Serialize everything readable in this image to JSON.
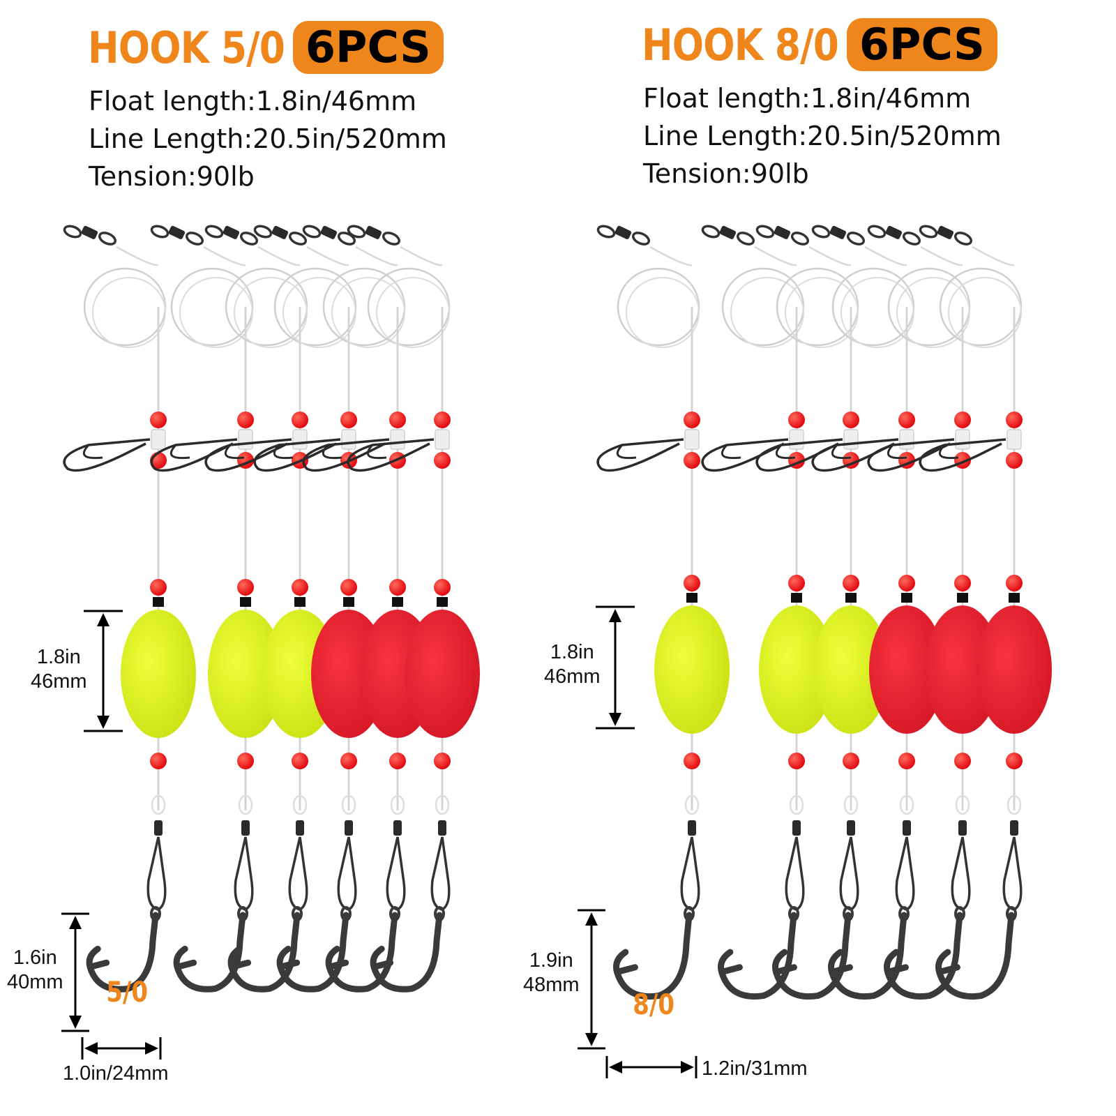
{
  "panels": [
    {
      "hook_title": "HOOK 5/0",
      "pcs_badge": "6PCS",
      "specs": [
        "Float length:1.8in/46mm",
        "Line Length:20.5in/520mm",
        "Tension:90lb"
      ],
      "float_dim": [
        "1.8in",
        "46mm"
      ],
      "hook_height_dim": [
        "1.6in",
        "40mm"
      ],
      "hook_width_dim": "1.0in/24mm",
      "hook_size_tag": "5/0",
      "float_colors": [
        "yellow",
        "yellow",
        "yellow",
        "red",
        "red",
        "red"
      ]
    },
    {
      "hook_title": "HOOK 8/0",
      "pcs_badge": "6PCS",
      "specs": [
        "Float length:1.8in/46mm",
        "Line Length:20.5in/520mm",
        "Tension:90lb"
      ],
      "float_dim": [
        "1.8in",
        "46mm"
      ],
      "hook_height_dim": [
        "1.9in",
        "48mm"
      ],
      "hook_width_dim": "1.2in/31mm",
      "hook_size_tag": "8/0",
      "float_colors": [
        "yellow",
        "yellow",
        "yellow",
        "red",
        "red",
        "red"
      ]
    }
  ],
  "colors": {
    "accent_orange": "#EF861B",
    "float_yellow": "#DDF21E",
    "float_red": "#E8212E",
    "bead_red": "#F21818"
  }
}
